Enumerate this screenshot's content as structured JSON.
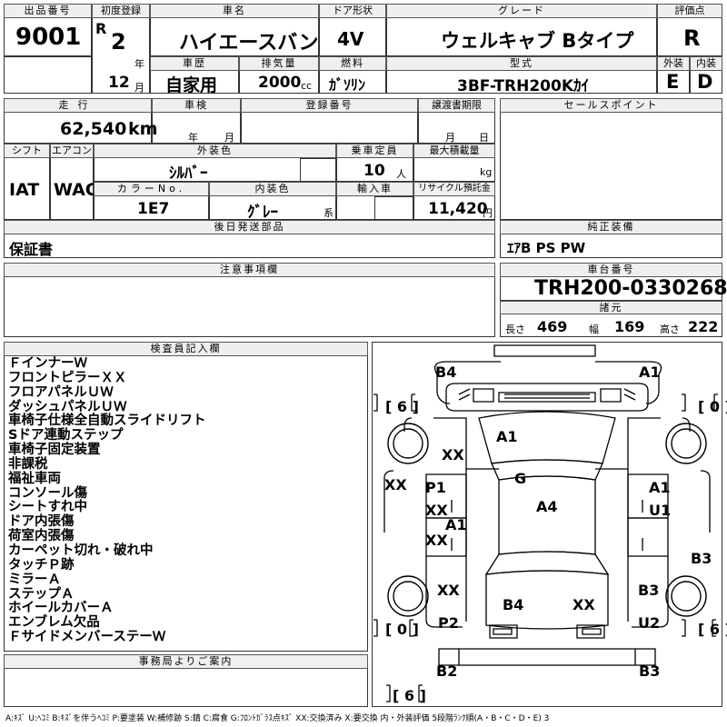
{
  "header": {
    "lot_no": {
      "label": "出品番号",
      "value": "9001"
    },
    "first_reg": {
      "label": "初度登録",
      "era": "R",
      "year": "2",
      "year_unit": "年",
      "month": "12",
      "month_unit": "月"
    },
    "car_name": {
      "label": "車名",
      "value": "ハイエースバン"
    },
    "doors": {
      "label": "ドア形状",
      "value": "4V"
    },
    "grade": {
      "label": "グレード",
      "value": "ウェルキャブ Bタイプ"
    },
    "score": {
      "label": "評価点",
      "value": "R"
    },
    "history": {
      "label": "車歴",
      "value": "自家用"
    },
    "displacement": {
      "label": "排気量",
      "value": "2000",
      "unit": "cc"
    },
    "fuel": {
      "label": "燃料",
      "value": "ｶﾞｿﾘﾝ"
    },
    "model": {
      "label": "型式",
      "value": "3BF-TRH200Kｶｲ"
    },
    "ext_label": "外装",
    "ext_value": "E",
    "int_label": "内装",
    "int_value": "D"
  },
  "row2": {
    "mileage": {
      "label": "走行",
      "value": "62,540",
      "unit": "km"
    },
    "inspection": {
      "label": "車検",
      "year_unit": "年",
      "month_unit": "月"
    },
    "reg_no": {
      "label": "登録番号"
    },
    "transfer": {
      "label": "譲渡書期限",
      "month_unit": "月",
      "day_unit": "日"
    },
    "sales_point": {
      "label": "セールスポイント"
    },
    "shift": {
      "label": "シフト",
      "value": "IAT"
    },
    "aircon": {
      "label": "エアコン",
      "value": "WAC"
    },
    "ext_color": {
      "label": "外装色",
      "value": "ｼﾙﾊﾞｰ"
    },
    "capacity": {
      "label": "乗車定員",
      "value": "10",
      "unit": "人"
    },
    "max_load": {
      "label": "最大積載量",
      "unit": "kg"
    },
    "color_no": {
      "label": "カラーNo.",
      "value": "1E7"
    },
    "int_color": {
      "label": "内装色",
      "value": "ｸﾞﾚｰ",
      "unit": "系"
    },
    "import": {
      "label": "輸入車"
    },
    "recycle": {
      "label": "リサイクル預託金",
      "value": "11,420",
      "unit": "円"
    },
    "later_parts": {
      "label": "後日発送部品",
      "value": "保証書"
    },
    "equipment": {
      "label": "純正装備",
      "value": "ｴｱB PS PW"
    }
  },
  "notes_header": "注意事項欄",
  "chassis": {
    "label": "車台番号",
    "value": "TRH200-0330268"
  },
  "dims": {
    "label": "諸元",
    "len_label": "長さ",
    "len": "469",
    "wid_label": "幅",
    "wid": "169",
    "hei_label": "高さ",
    "hei": "222"
  },
  "inspector": {
    "label": "検査員記入欄",
    "lines": [
      "ＦインナーＷ",
      "フロントピラーＸＸ",
      "フロアパネルＵＷ",
      "ダッシュパネルＵＷ",
      "車椅子仕様全自動スライドリフト",
      "Sドア連動ステップ",
      "車椅子固定装置",
      "非課税",
      "福祉車両",
      "コンソール傷",
      "シートすれ中",
      "ドア内張傷",
      "荷室内張傷",
      "カーペット切れ・破れ中",
      "タッチＰ跡",
      "ミラーＡ",
      "ステップＡ",
      "ホイールカバーＡ",
      "エンブレム欠品",
      "ＦサイドメンバーステーＷ"
    ]
  },
  "office": {
    "label": "事務局よりご案内"
  },
  "damage": {
    "tire_fl": "6",
    "tire_fr": "0",
    "tire_rl": "0",
    "tire_rr": "6",
    "tire_spare": "6",
    "marks": [
      {
        "id": "front-left-corner",
        "text": "B4"
      },
      {
        "id": "front-right-corner",
        "text": "A1"
      },
      {
        "id": "hood-left",
        "text": "XX"
      },
      {
        "id": "hood-center",
        "text": "A1"
      },
      {
        "id": "glass",
        "text": "G"
      },
      {
        "id": "left-fender",
        "text": "XX"
      },
      {
        "id": "left-front-door-a",
        "text": "P1"
      },
      {
        "id": "left-front-door-b",
        "text": "XX"
      },
      {
        "id": "left-front-door-c",
        "text": "A1"
      },
      {
        "id": "left-rear-door",
        "text": "XX"
      },
      {
        "id": "roof",
        "text": "A4"
      },
      {
        "id": "right-front-door-a",
        "text": "A1"
      },
      {
        "id": "right-front-door-b",
        "text": "U1"
      },
      {
        "id": "right-rear-panel",
        "text": "B3"
      },
      {
        "id": "left-rear-fender",
        "text": "XX"
      },
      {
        "id": "left-rear-quarter",
        "text": "P2"
      },
      {
        "id": "rear-left",
        "text": "B4"
      },
      {
        "id": "rear-right",
        "text": "XX"
      },
      {
        "id": "right-rear-fender",
        "text": "B3"
      },
      {
        "id": "right-rear-quarter",
        "text": "U2"
      },
      {
        "id": "rear-bumper-left",
        "text": "B2"
      },
      {
        "id": "rear-bumper-right",
        "text": "B3"
      }
    ]
  },
  "legend": "A:ｷｽﾞ U:ﾍｺﾐ B:ｷｽﾞを伴うﾍｺﾐ P:要塗装 W:補修跡 S:錆 C:腐食 G:ﾌﾛﾝﾄｶﾞﾗｽ点ｷｽﾞ XX:交換済み X:要交換 内・外装評価 5段階ﾗﾝｸ順(A・B・C・D・E) 3"
}
